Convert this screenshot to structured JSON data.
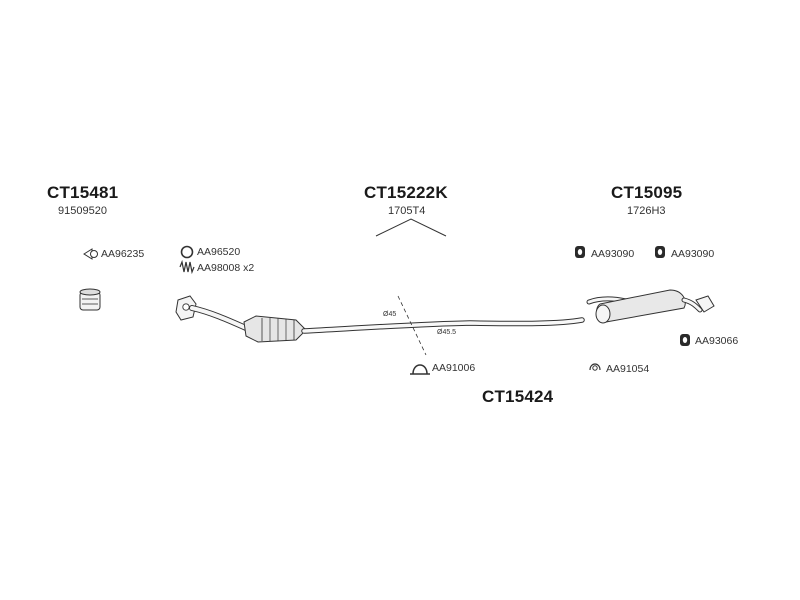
{
  "groups": {
    "g1": {
      "part": "CT15481",
      "code": "91509520"
    },
    "g2": {
      "part": "CT15222K",
      "code": "1705T4"
    },
    "g3": {
      "part": "CT15095",
      "code": "1726H3"
    },
    "g4": {
      "part": "CT15424"
    }
  },
  "items": {
    "aa96235": "AA96235",
    "aa96520": "AA96520",
    "aa98008": "AA98008 x2",
    "aa93090_a": "AA93090",
    "aa93090_b": "AA93090",
    "aa93066": "AA93066",
    "aa91006": "AA91006",
    "aa91054": "AA91054"
  },
  "dimensions": {
    "d1": "Ø45",
    "d2": "Ø45.5"
  },
  "colors": {
    "line": "#333333",
    "fill": "#e9e9e9",
    "dark": "#1a1a1a"
  }
}
